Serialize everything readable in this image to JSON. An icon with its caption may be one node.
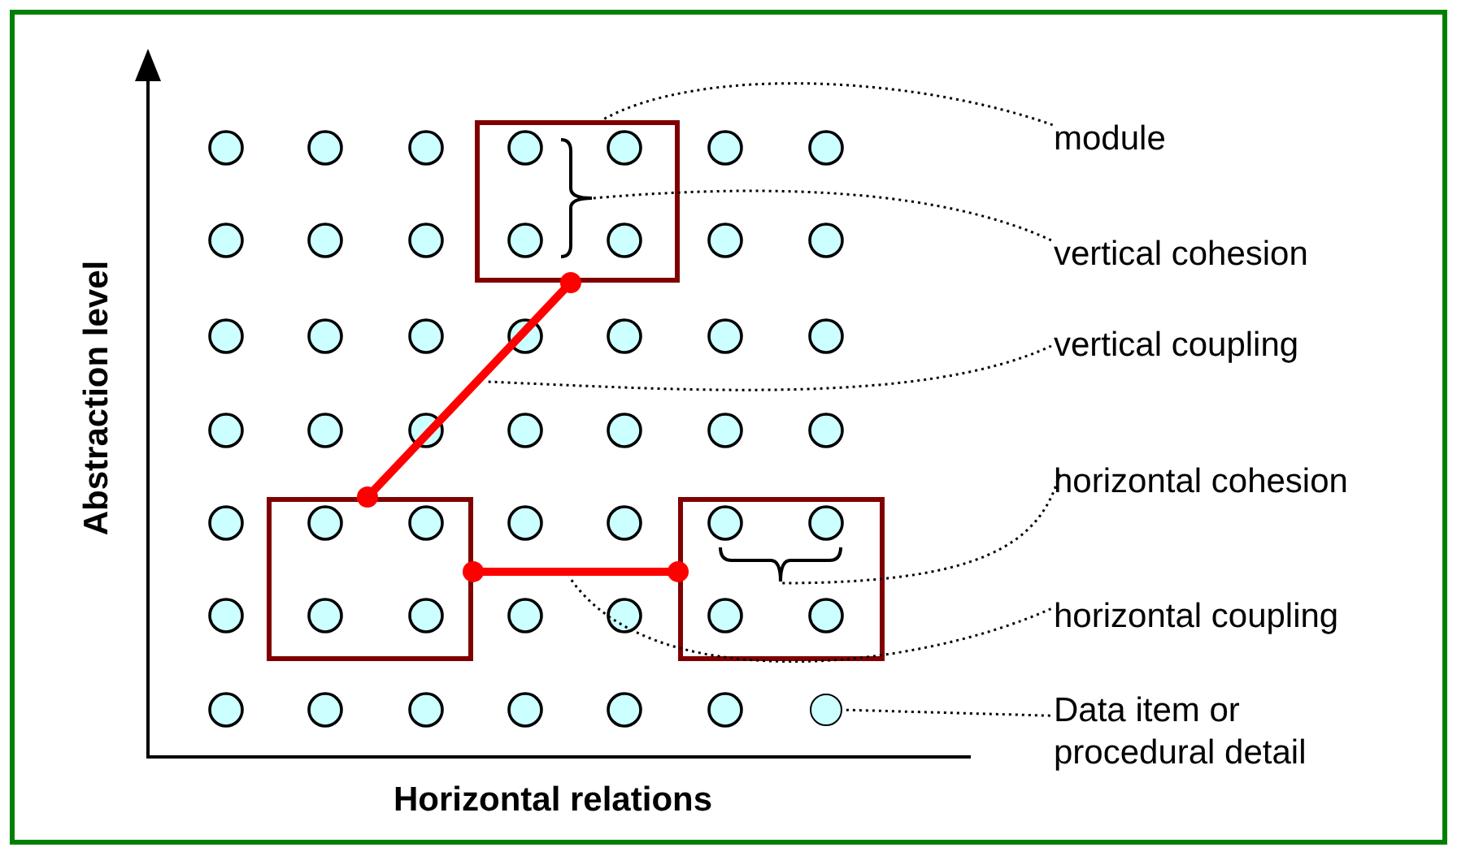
{
  "diagram": {
    "nodes": [
      {
        "text": [],
        "shape": "box"
      },
      {
        "text": [],
        "shape": "brace",
        "in": 0
      },
      {
        "text": [],
        "shape": "box"
      },
      {
        "text": [],
        "shape": "box"
      },
      {
        "text": [],
        "shape": "brace",
        "in": 3
      },
      {
        "text": [],
        "shape": "circle"
      },
      {
        "text": [
          "module"
        ]
      },
      {
        "text": [
          "vertical cohesion"
        ]
      },
      {
        "text": [
          "vertical coupling"
        ]
      },
      {
        "text": [
          "horizontal cohesion"
        ]
      },
      {
        "text": [
          "horizontal coupling"
        ]
      },
      {
        "text": [
          "Data item or procedural detail"
        ]
      }
    ],
    "edges": [
      {
        "from": 0,
        "to": 2,
        "arrow": "other",
        "style": "thick",
        "color": "#ff0000"
      },
      {
        "from": 2,
        "to": 3,
        "arrow": "other",
        "style": "thick",
        "color": "#ff0000"
      },
      {
        "from": 6,
        "to": 0,
        "arrow": "none",
        "style": "dashed"
      },
      {
        "from": 7,
        "to": 1,
        "arrow": "none",
        "style": "dashed"
      },
      {
        "from": 8,
        "to": null,
        "arrow": "none",
        "style": "dashed"
      },
      {
        "from": 9,
        "to": 4,
        "arrow": "none",
        "style": "dashed"
      },
      {
        "from": 10,
        "to": null,
        "arrow": "none",
        "style": "dashed"
      },
      {
        "from": 11,
        "to": 5,
        "arrow": "none",
        "style": "dashed"
      }
    ],
    "labels": [
      "Abstraction level",
      "Horizontal relations"
    ]
  }
}
